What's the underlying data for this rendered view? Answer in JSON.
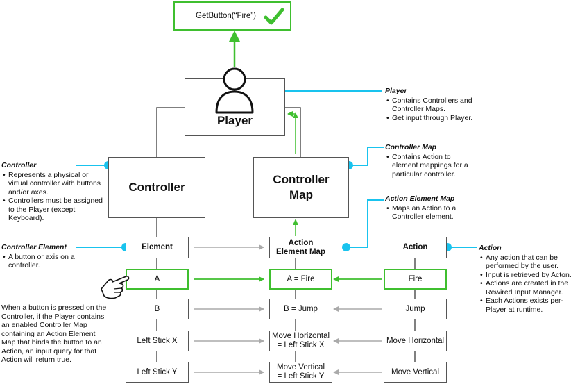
{
  "colors": {
    "accent_green": "#3fbf2f",
    "connector_cyan": "#19c3ee",
    "line_gray": "#555555",
    "arrow_gray": "#aaaaaa"
  },
  "top_box": {
    "label": "GetButton(“Fire”)",
    "check_icon": "checkmark-icon"
  },
  "player": {
    "label": "Player",
    "icon": "user-icon"
  },
  "controller": {
    "label": "Controller"
  },
  "controller_map": {
    "label_line1": "Controller",
    "label_line2": "Map"
  },
  "columns": {
    "element": {
      "header": "Element",
      "cells": [
        "A",
        "B",
        "Left Stick X",
        "Left Stick Y"
      ]
    },
    "action_element_map": {
      "header_line1": "Action",
      "header_line2": "Element Map",
      "cells": [
        {
          "line1": "A = Fire",
          "line2": ""
        },
        {
          "line1": "B = Jump",
          "line2": ""
        },
        {
          "line1": "Move Horizontal",
          "line2": "= Left Stick X"
        },
        {
          "line1": "Move Vertical",
          "line2": "= Left Stick Y"
        }
      ]
    },
    "action": {
      "header": "Action",
      "cells": [
        "Fire",
        "Jump",
        "Move Horizontal",
        "Move Vertical"
      ]
    }
  },
  "notes": {
    "player": {
      "title": "Player",
      "bullets": [
        "Contains Controllers and Controller Maps.",
        "Get input through Player."
      ]
    },
    "controller_map": {
      "title": "Controller Map",
      "bullets": [
        "Contains Action to element mappings for a particular controller."
      ]
    },
    "action_element_map": {
      "title": "Action Element Map",
      "bullets": [
        "Maps an Action to a Controller element."
      ]
    },
    "action": {
      "title": "Action",
      "bullets": [
        "Any action that can be performed by the user.",
        "Input is retrieved by Acton.",
        "Actions are created in the Rewired Input Manager.",
        "Each Actions exists per-Player at runtime."
      ]
    },
    "controller": {
      "title": "Controller",
      "bullets": [
        "Represents a physical or virtual controller with buttons and/or axes.",
        "Controllers must be assigned to the Player (except Keyboard)."
      ]
    },
    "controller_element": {
      "title": "Controller Element",
      "bullets": [
        "A button or axis on a controller."
      ]
    }
  },
  "explanation": "When a button is pressed on the Controller, if the Player contains an enabled Controller Map containing an Action Element Map that binds the button to an Action, an input query for that Action will return true.",
  "hand_icon": "pointing-hand-icon"
}
